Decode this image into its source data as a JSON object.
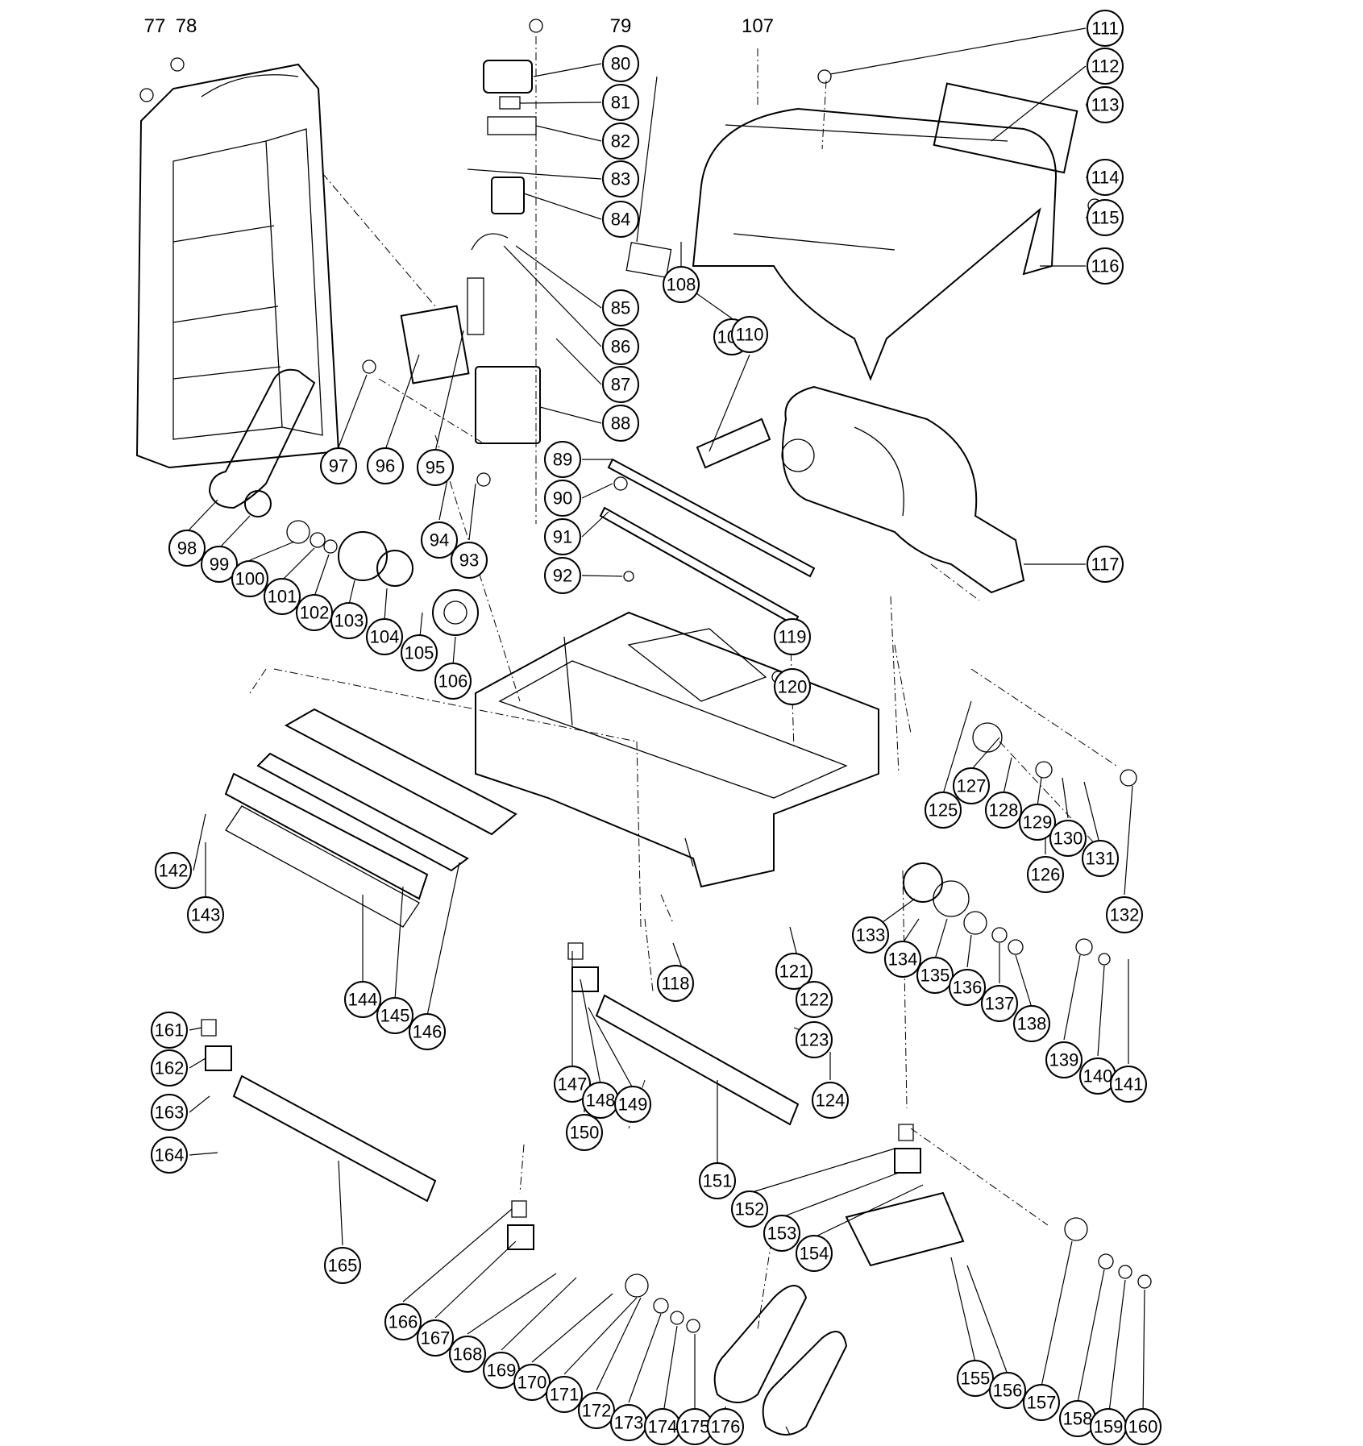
{
  "free_labels": [
    "77",
    "78",
    "79",
    "107"
  ],
  "callouts": [
    "80",
    "81",
    "82",
    "83",
    "84",
    "85",
    "86",
    "87",
    "88",
    "89",
    "90",
    "91",
    "92",
    "93",
    "94",
    "95",
    "96",
    "97",
    "98",
    "99",
    "100",
    "101",
    "102",
    "103",
    "104",
    "105",
    "106",
    "108",
    "109",
    "110",
    "111",
    "112",
    "113",
    "114",
    "115",
    "116",
    "117",
    "118",
    "119",
    "120",
    "121",
    "122",
    "123",
    "124",
    "125",
    "126",
    "127",
    "128",
    "129",
    "130",
    "131",
    "132",
    "133",
    "134",
    "135",
    "136",
    "137",
    "138",
    "139",
    "140",
    "141",
    "142",
    "143",
    "144",
    "145",
    "146",
    "147",
    "148",
    "149",
    "150",
    "151",
    "152",
    "153",
    "154",
    "155",
    "156",
    "157",
    "158",
    "159",
    "160",
    "161",
    "162",
    "163",
    "164",
    "165",
    "166",
    "167",
    "168",
    "169",
    "170",
    "171",
    "172",
    "173",
    "174",
    "175",
    "176"
  ]
}
